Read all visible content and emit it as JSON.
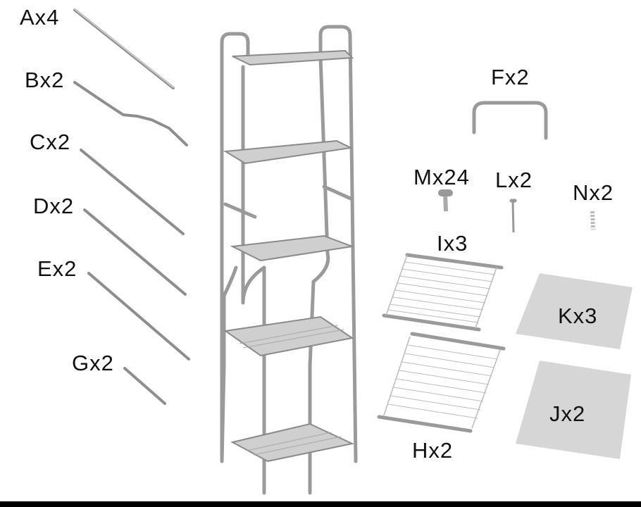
{
  "parts": [
    {
      "id": "A",
      "label": "Ax4"
    },
    {
      "id": "B",
      "label": "Bx2"
    },
    {
      "id": "C",
      "label": "Cx2"
    },
    {
      "id": "D",
      "label": "Dx2"
    },
    {
      "id": "E",
      "label": "Ex2"
    },
    {
      "id": "G",
      "label": "Gx2"
    },
    {
      "id": "F",
      "label": "Fx2"
    },
    {
      "id": "M",
      "label": "Mx24"
    },
    {
      "id": "L",
      "label": "Lx2"
    },
    {
      "id": "N",
      "label": "Nx2"
    },
    {
      "id": "I",
      "label": "Ix3"
    },
    {
      "id": "H",
      "label": "Hx2"
    },
    {
      "id": "K",
      "label": "Kx3"
    },
    {
      "id": "J",
      "label": "Jx2"
    }
  ],
  "colors": {
    "metal": "#9a9a9a",
    "panel": "#d6d6d6",
    "label": "#111111"
  }
}
